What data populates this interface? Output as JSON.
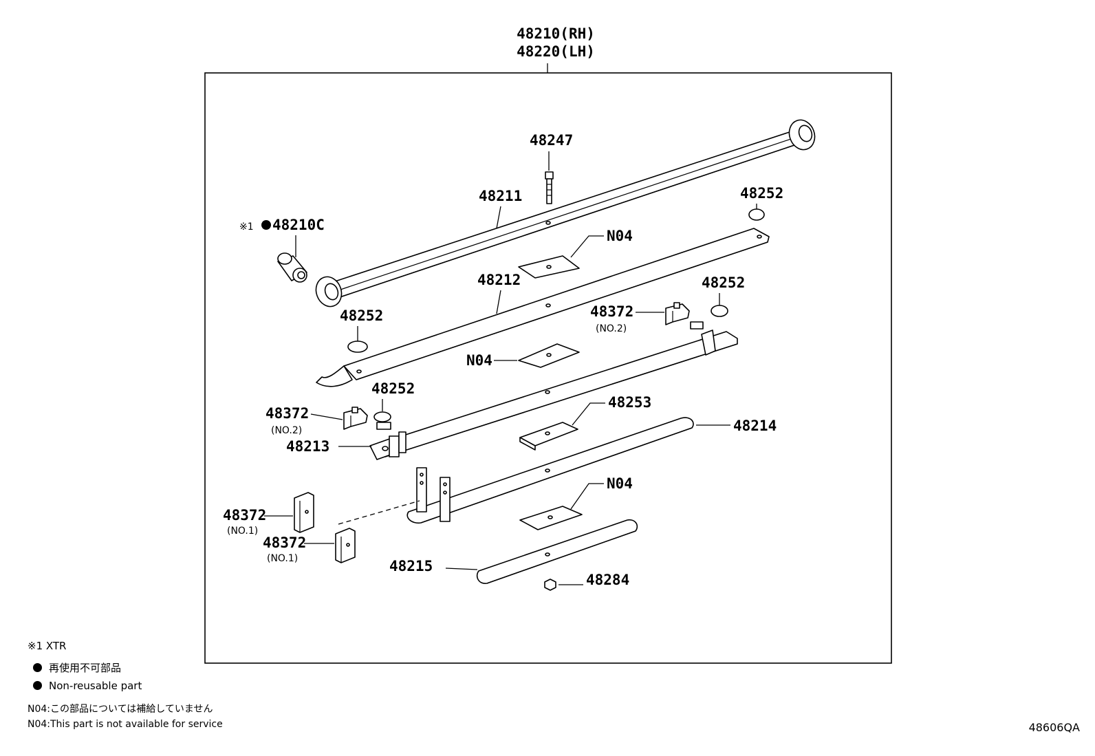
{
  "assembly": {
    "rh": "48210(RH)",
    "lh": "48220(LH)"
  },
  "parts": {
    "p48247": "48247",
    "p48211": "48211",
    "p48210c": "48210C",
    "p48210c_mark": "※1",
    "p48252_a": "48252",
    "p48252_b": "48252",
    "p48252_c": "48252",
    "p48252_d": "48252",
    "n04_a": "N04",
    "n04_b": "N04",
    "n04_c": "N04",
    "p48212": "48212",
    "p48372_a": "48372",
    "p48372_a_sub": "(NO.2)",
    "p48372_b": "48372",
    "p48372_b_sub": "(NO.2)",
    "p48372_c": "48372",
    "p48372_c_sub": "(NO.1)",
    "p48372_d": "48372",
    "p48372_d_sub": "(NO.1)",
    "p48213": "48213",
    "p48253": "48253",
    "p48214": "48214",
    "p48215": "48215",
    "p48284": "48284"
  },
  "legend": {
    "note1": "※1  XTR",
    "nonreusable_jp": "再使用不可部品",
    "nonreusable_en": "Non-reusable part",
    "n04_jp": "N04:この部品については補給していません",
    "n04_en": "N04:This part is not available for service"
  },
  "diagram_code": "48606QA",
  "colors": {
    "line": "#000000",
    "background": "#ffffff"
  }
}
